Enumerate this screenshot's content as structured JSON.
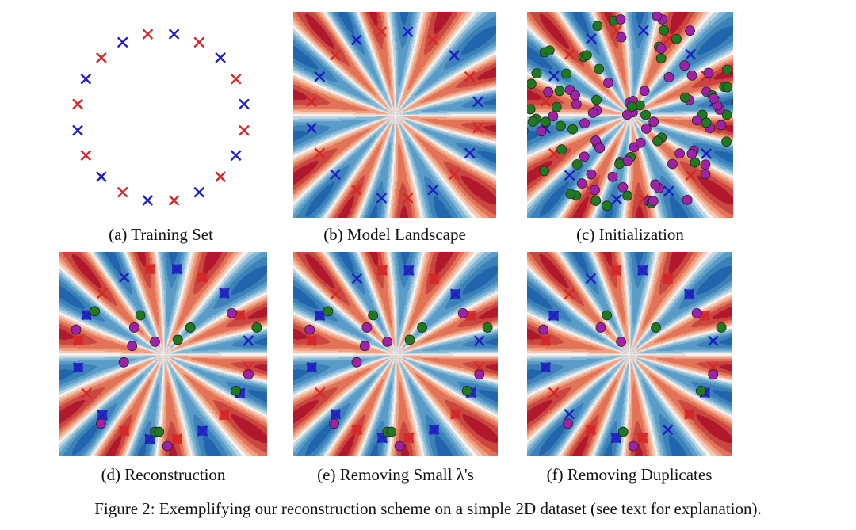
{
  "panels": [
    {
      "id": "a",
      "caption": "(a) Training Set",
      "landscape": false,
      "mode": "train"
    },
    {
      "id": "b",
      "caption": "(b) Model Landscape",
      "landscape": true,
      "mode": "train"
    },
    {
      "id": "c",
      "caption": "(c) Initialization",
      "landscape": true,
      "mode": "init"
    },
    {
      "id": "d",
      "caption": "(d) Reconstruction",
      "landscape": true,
      "mode": "recon"
    },
    {
      "id": "e",
      "caption": "(e) Removing Small λ's",
      "landscape": true,
      "mode": "recon"
    },
    {
      "id": "f",
      "caption": "(f) Removing Duplicates",
      "landscape": true,
      "mode": "dedup"
    }
  ],
  "figure_caption": "Figure 2: Exemplifying our reconstruction scheme on a simple 2D dataset (see text for explanation).",
  "colors": {
    "red": "#d62728",
    "blue": "#1f1fbf",
    "green": "#1f7a1f",
    "purple": "#a020a8"
  }
}
